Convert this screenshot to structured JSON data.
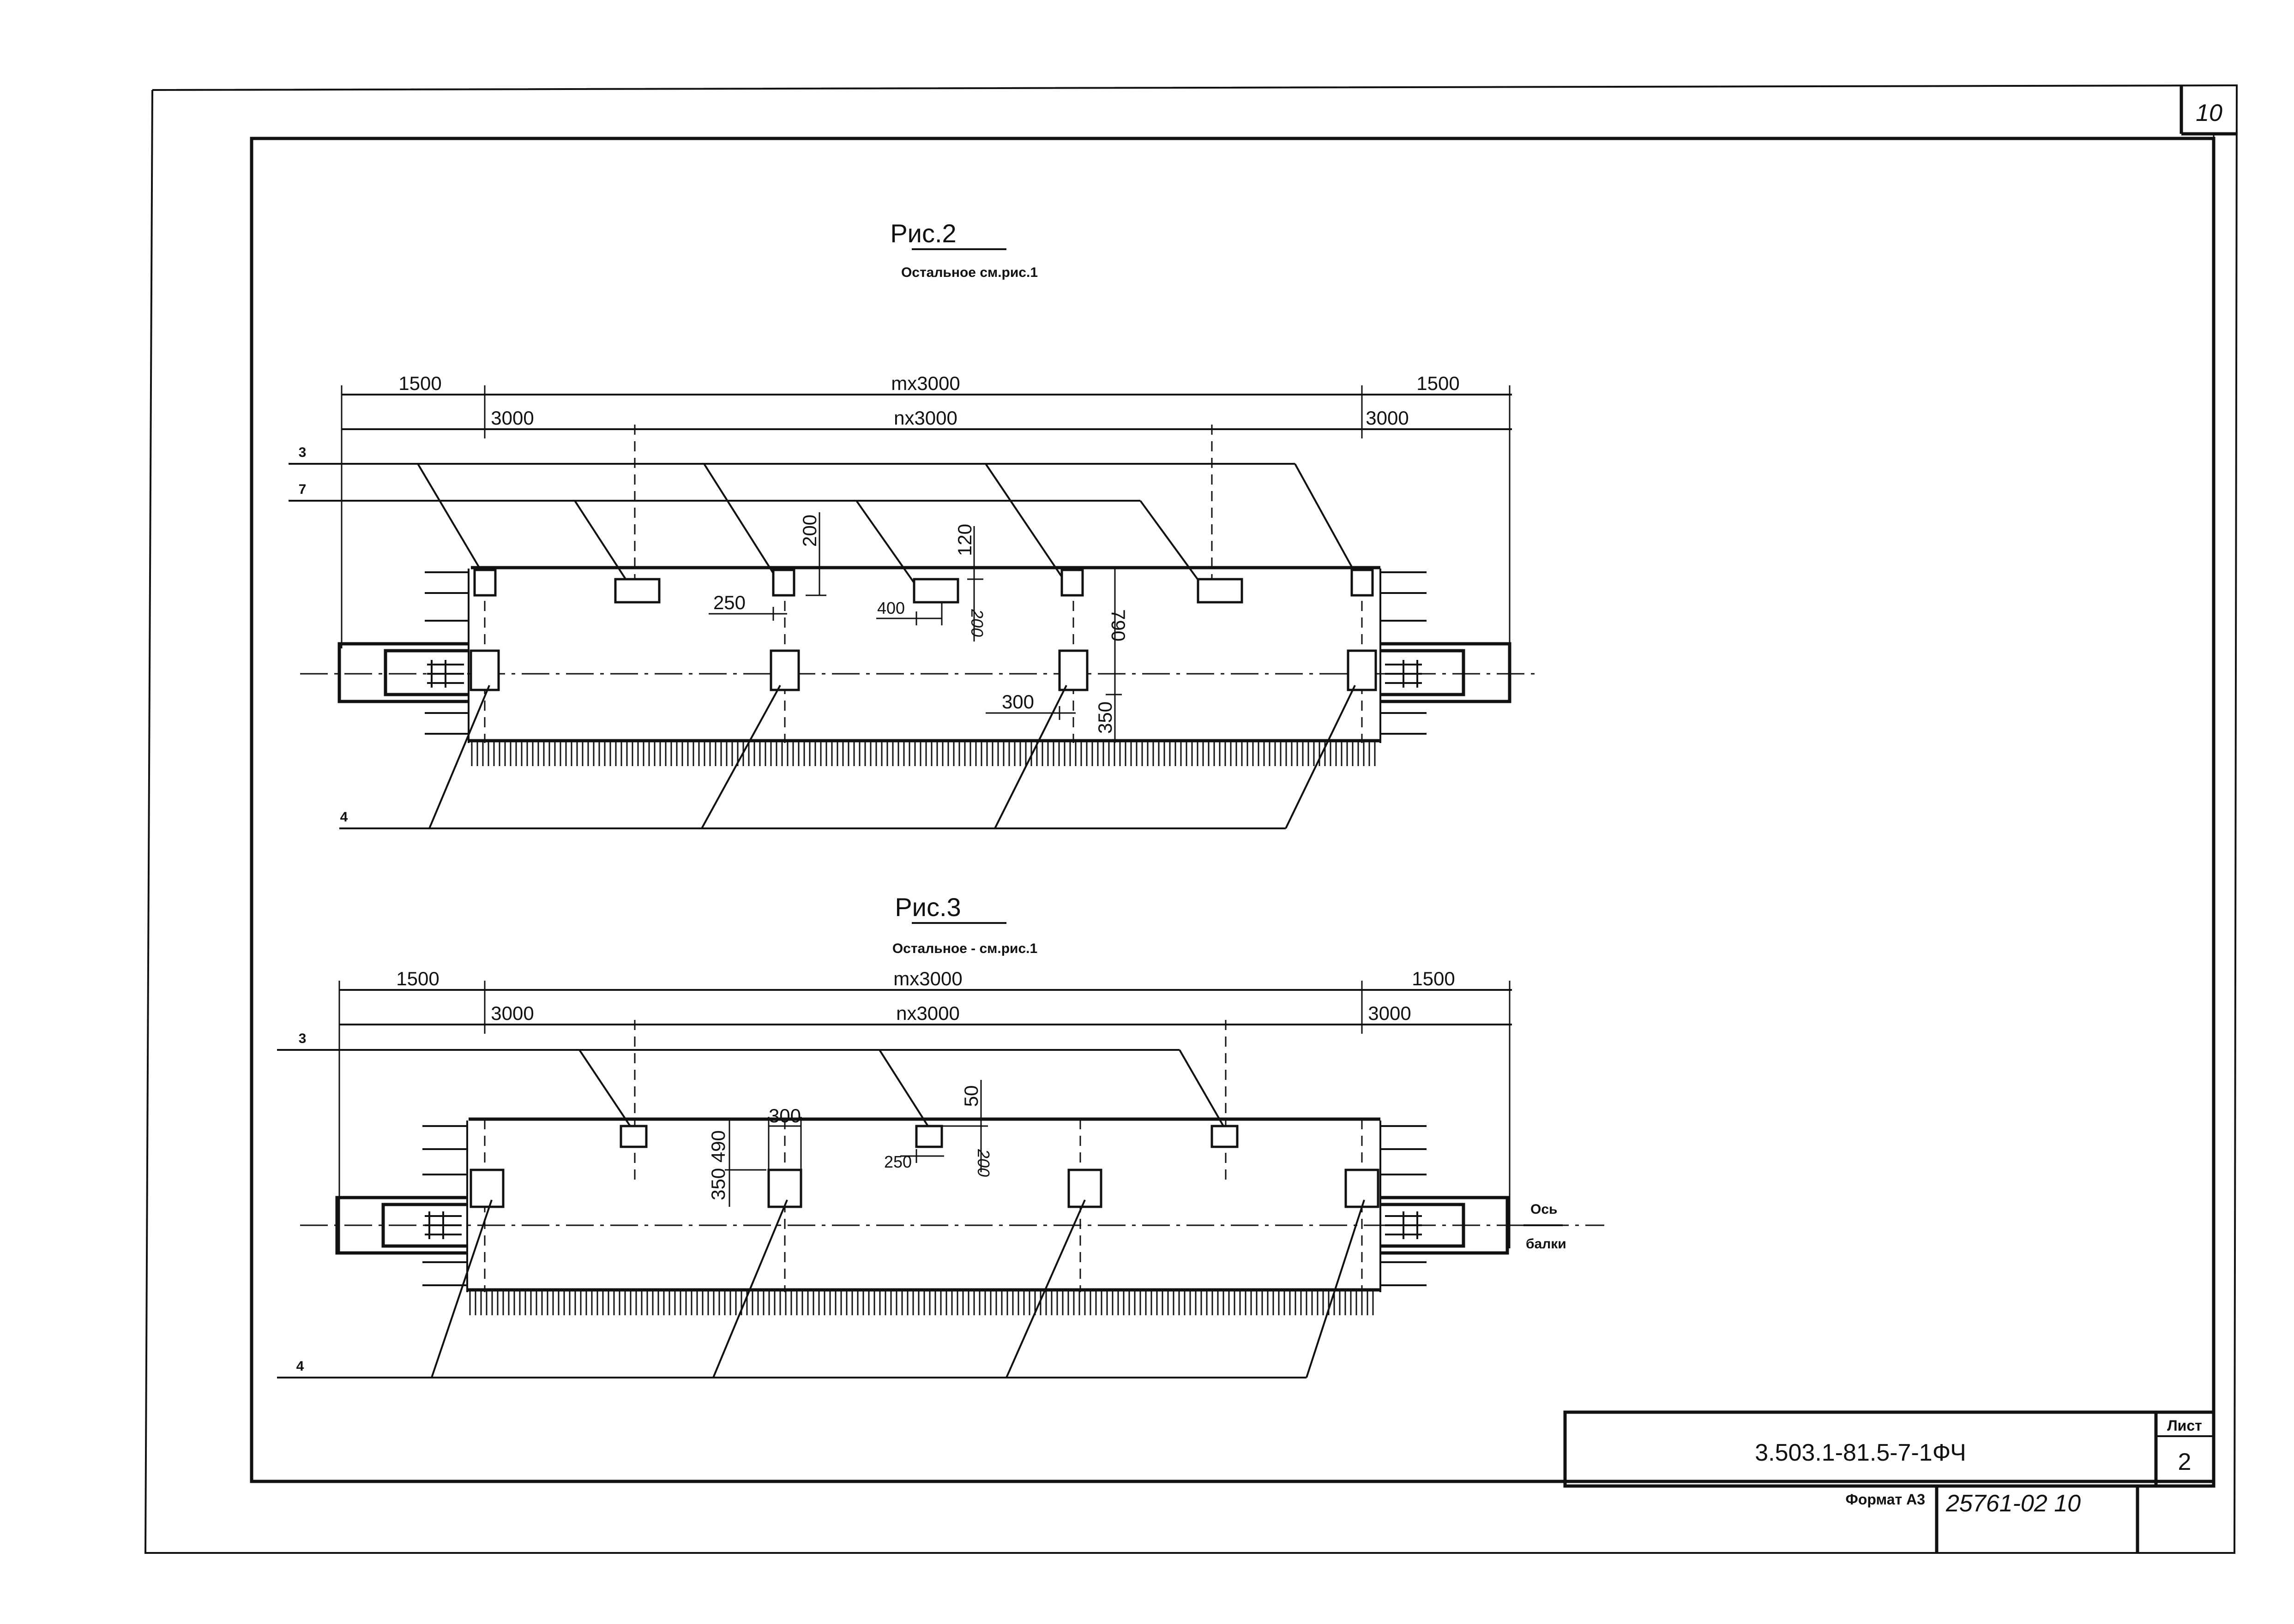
{
  "sheet": {
    "corner_number": "10",
    "stamp_code": "3.503.1-81.5-7-1ФЧ",
    "sheet_label": "Лист",
    "sheet_number": "2",
    "format_label": "Формат А3",
    "archive_number": "25761-02 10"
  },
  "fig2": {
    "title": "Рис.2",
    "note": "Остальное  см.рис.1",
    "dims": {
      "left_end": "1500",
      "overall": "mx3000",
      "right_end": "1500",
      "left_pitch": "3000",
      "middle": "nx3000",
      "right_pitch": "3000",
      "d200": "200",
      "d120": "120",
      "d250": "250",
      "d400": "400",
      "d200b": "200",
      "d790": "790",
      "d300": "300",
      "d350": "350"
    },
    "callouts": {
      "c3": "3",
      "c7": "7",
      "c4": "4"
    }
  },
  "fig3": {
    "title": "Рис.3",
    "note": "Остальное - см.рис.1",
    "dims": {
      "left_end": "1500",
      "overall": "mx3000",
      "right_end": "1500",
      "left_pitch": "3000",
      "middle": "nx3000",
      "right_pitch": "3000",
      "d50": "50",
      "d350_490": "350 490",
      "d300": "300",
      "d250": "250",
      "d200": "200"
    },
    "callouts": {
      "c3": "3",
      "c4": "4"
    },
    "axis_label_1": "Ось",
    "axis_label_2": "балки"
  }
}
